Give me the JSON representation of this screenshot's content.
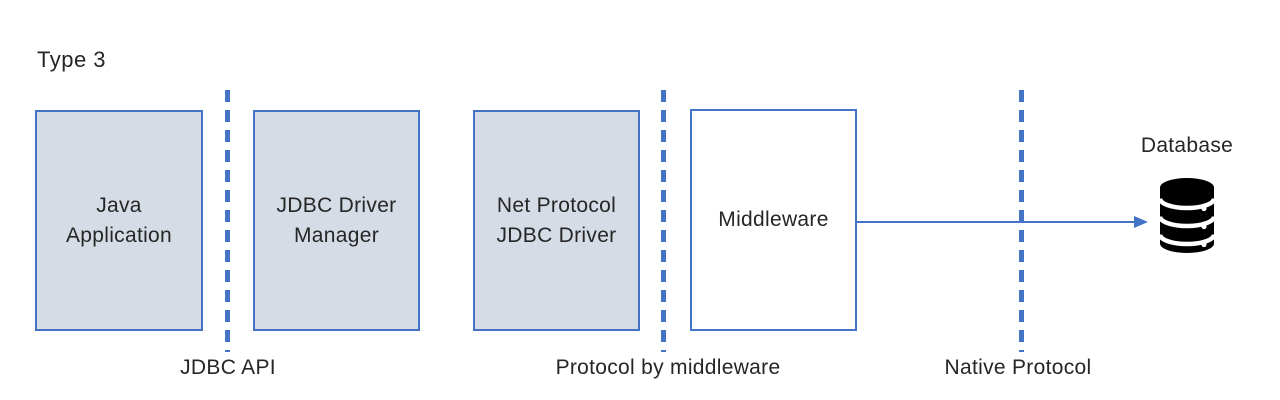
{
  "diagram": {
    "title": "Type 3",
    "boxes": [
      {
        "name": "java-application",
        "lines": [
          "Java",
          "Application"
        ]
      },
      {
        "name": "jdbc-driver-manager",
        "lines": [
          "JDBC Driver",
          "Manager"
        ]
      },
      {
        "name": "net-protocol-jdbc-driver",
        "lines": [
          "Net Protocol",
          "JDBC Driver"
        ]
      },
      {
        "name": "middleware",
        "lines": [
          "Middleware"
        ]
      }
    ],
    "separators": [
      {
        "name": "jdbc-api",
        "label": "JDBC API"
      },
      {
        "name": "protocol-by-middleware",
        "label": "Protocol by middleware"
      },
      {
        "name": "native-protocol",
        "label": "Native Protocol"
      }
    ],
    "database": {
      "label": "Database",
      "icon": "database-icon"
    },
    "colors": {
      "box_fill": "#d6dce5",
      "box_border": "#4472c4",
      "line": "#4472c4",
      "text": "#262626",
      "icon": "#000000",
      "background": "#ffffff"
    }
  }
}
